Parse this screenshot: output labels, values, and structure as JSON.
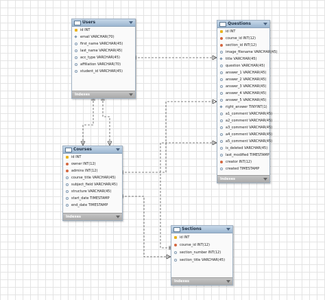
{
  "tables": {
    "users": {
      "name": "Users",
      "columns": [
        {
          "text": "id INT",
          "marker": "pk"
        },
        {
          "text": "email VARCHAR(70)",
          "marker": "nn"
        },
        {
          "text": "first_name VARCHAR(45)",
          "marker": "nul"
        },
        {
          "text": "last_name VARCHAR(45)",
          "marker": "nul"
        },
        {
          "text": "acc_type VARCHAR(45)",
          "marker": "nul"
        },
        {
          "text": "affiliation VARCHAR(70)",
          "marker": "nul"
        },
        {
          "text": "student_id VARCHAR(45)",
          "marker": "nul"
        }
      ],
      "footer": "Indexes"
    },
    "questions": {
      "name": "Questions",
      "columns": [
        {
          "text": "id INT",
          "marker": "pk"
        },
        {
          "text": "course_id INT(12)",
          "marker": "fk"
        },
        {
          "text": "section_id INT(12)",
          "marker": "fk"
        },
        {
          "text": "image_filename VARCHAR(45)",
          "marker": "nul"
        },
        {
          "text": "title VARCHAR(45)",
          "marker": "nn"
        },
        {
          "text": "question VARCHAR(45)",
          "marker": "nul"
        },
        {
          "text": "answer_1 VARCHAR(45)",
          "marker": "nul"
        },
        {
          "text": "answer_2 VARCHAR(45)",
          "marker": "nul"
        },
        {
          "text": "answer_3 VARCHAR(45)",
          "marker": "nul"
        },
        {
          "text": "answer_4 VARCHAR(45)",
          "marker": "nul"
        },
        {
          "text": "answer_5 VARCHAR(45)",
          "marker": "nul"
        },
        {
          "text": "right_answer TINYINT(1)",
          "marker": "nn"
        },
        {
          "text": "a1_comment VARCHAR(45)",
          "marker": "nul"
        },
        {
          "text": "a2_comment VARCHAR(45)",
          "marker": "nul"
        },
        {
          "text": "a3_comment VARCHAR(45)",
          "marker": "nul"
        },
        {
          "text": "a4_comment VARCHAR(45)",
          "marker": "nul"
        },
        {
          "text": "a5_comment VARCHAR(45)",
          "marker": "nul"
        },
        {
          "text": "is_deleted VARCHAR(45)",
          "marker": "nul"
        },
        {
          "text": "last_modified TIMESTAMP",
          "marker": "nul"
        },
        {
          "text": "creator INT(12)",
          "marker": "fk"
        },
        {
          "text": "created TIMESTAMP",
          "marker": "nul"
        }
      ],
      "footer": "Indexes"
    },
    "courses": {
      "name": "Courses",
      "columns": [
        {
          "text": "id INT",
          "marker": "pk"
        },
        {
          "text": "owner INT(12)",
          "marker": "fk"
        },
        {
          "text": "admins INT(12)",
          "marker": "fk"
        },
        {
          "text": "course_title VARCHAR(45)",
          "marker": "nul"
        },
        {
          "text": "subject_field VARCHAR(45)",
          "marker": "nul"
        },
        {
          "text": "structure VARCHAR(45)",
          "marker": "nul"
        },
        {
          "text": "start_date TIMESTAMP",
          "marker": "nul"
        },
        {
          "text": "end_date TIMESTAMP",
          "marker": "nul"
        }
      ],
      "footer": "Indexes"
    },
    "sections": {
      "name": "Sections",
      "columns": [
        {
          "text": "id INT",
          "marker": "pk"
        },
        {
          "text": "course_id INT(12)",
          "marker": "fk"
        },
        {
          "text": "section_number INT(12)",
          "marker": "nul"
        },
        {
          "text": "section_title VARCHAR(45)",
          "marker": "nul"
        }
      ],
      "footer": "Indexes"
    }
  }
}
